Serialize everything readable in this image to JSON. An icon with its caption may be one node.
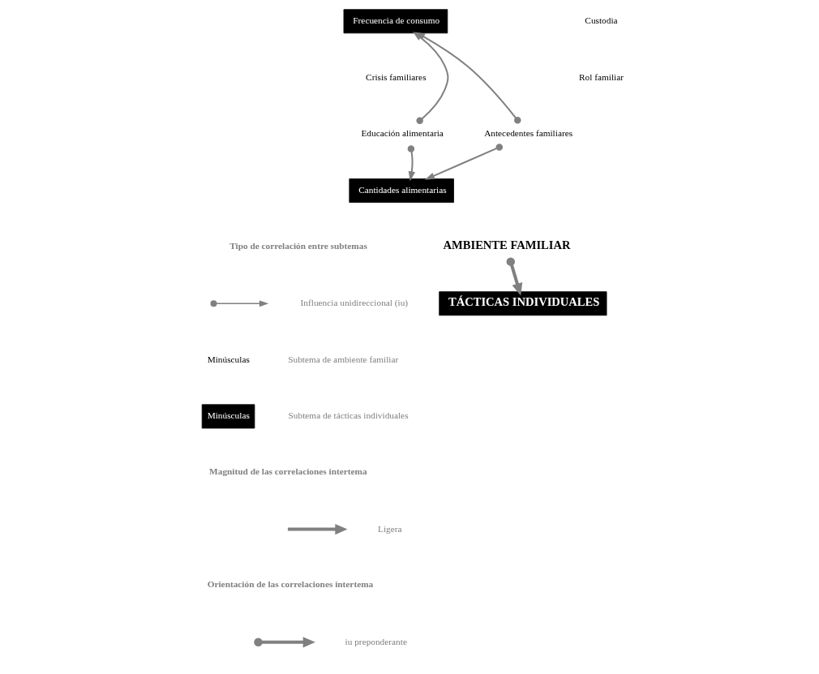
{
  "diagram": {
    "nodes": [
      {
        "text": [
          "Frecuencia de consumo"
        ]
      },
      {
        "text": [
          "Educación alimentaria"
        ]
      },
      {
        "text": [
          "Antecedentes familiares"
        ]
      },
      {
        "text": [
          "Cantidades alimentarias"
        ]
      },
      {
        "text": [
          "AMBIENTE FAMILIAR"
        ]
      },
      {
        "text": [
          "TÁCTICAS INDIVIDUALES"
        ]
      }
    ],
    "edges": [
      {
        "from": 1,
        "to": 0,
        "arrow": "to"
      },
      {
        "from": 2,
        "to": 0,
        "arrow": "to"
      },
      {
        "from": 1,
        "to": 3,
        "arrow": "to"
      },
      {
        "from": 2,
        "to": 3,
        "arrow": "to"
      },
      {
        "from": 4,
        "to": 5,
        "arrow": "to",
        "style": "thick"
      }
    ],
    "labels": [
      "Custodia",
      "Rol familiar",
      "Crisis familiares",
      "Tipo de correlación entre subtemas",
      "Minúsculas",
      "Minúsculas",
      "Magnitud de las correlaciones intertema",
      "Orientación de las correlaciones intertema"
    ],
    "legend": [
      {
        "text": "Influencia unidireccional (iu)"
      },
      {
        "text": "Subtema de ambiente familiar"
      },
      {
        "text": "Subtema de tácticas individuales"
      },
      {
        "text": "Ligera"
      },
      {
        "text": "iu preponderante"
      }
    ]
  }
}
